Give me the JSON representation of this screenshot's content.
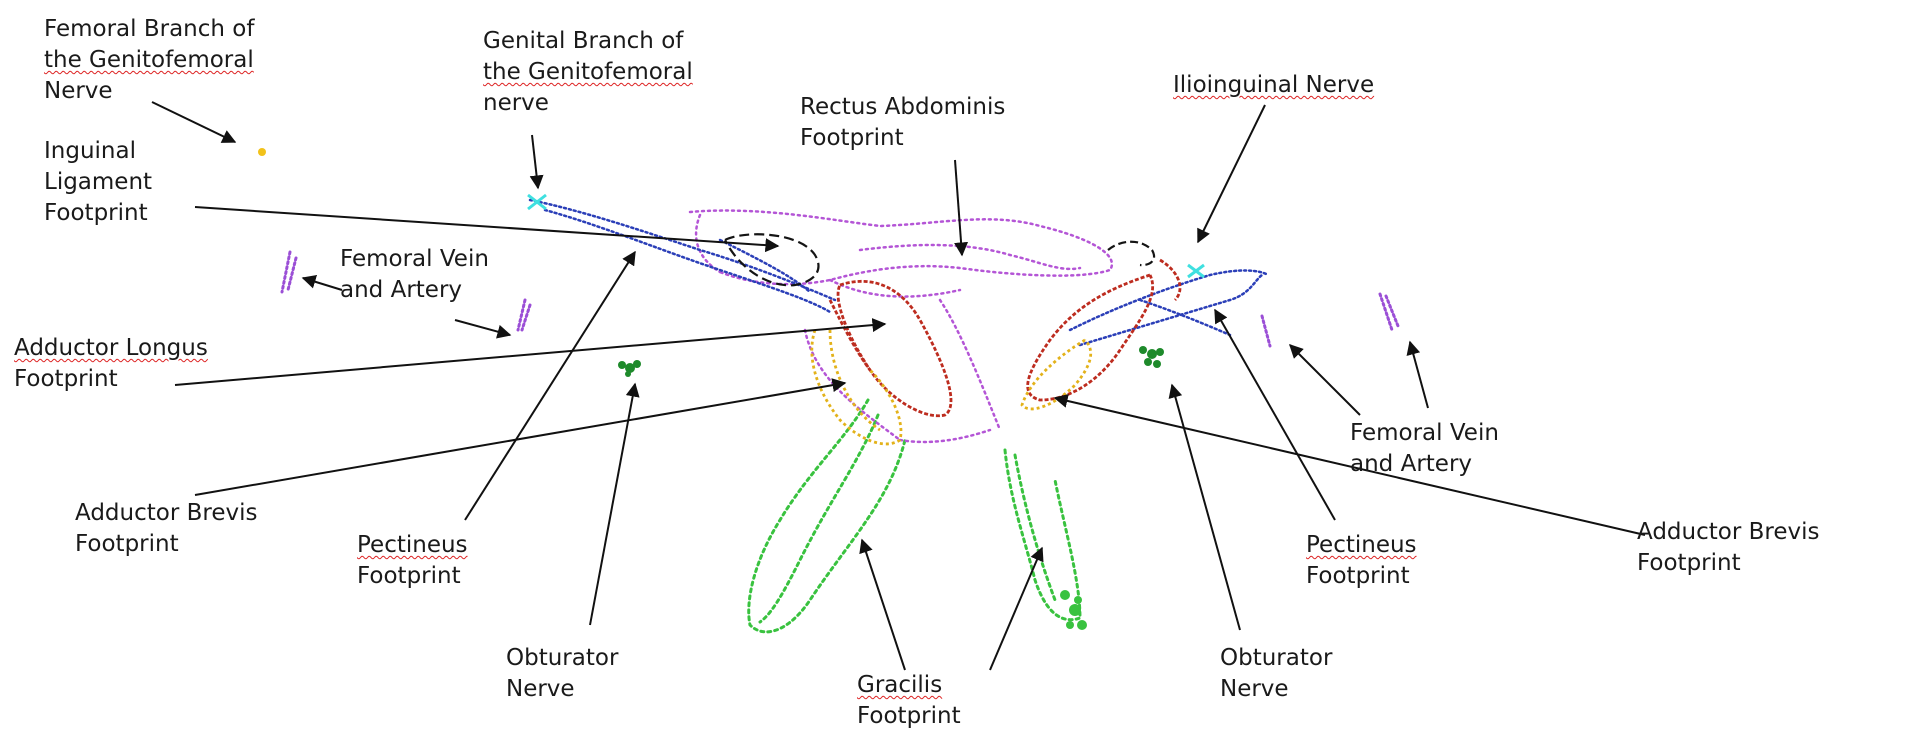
{
  "colors": {
    "rectus": "#b455d6",
    "nerve_blue": "#2b3fb8",
    "adductor_longus": "#bd2c1f",
    "adductor_brevis": "#e3b21a",
    "gracilis": "#39c23f",
    "obturator": "#1e8a2b",
    "femoral_vessels": "#9b4fd6",
    "genital_branch": "#3fe0e0",
    "inguinal_ligament": "#141414",
    "femoral_branch": "#f2c21a"
  },
  "labels": {
    "femoral_branch": [
      "Femoral Branch of",
      "the Genitofemoral",
      "Nerve"
    ],
    "genital_branch": [
      "Genital Branch of",
      "the Genitofemoral",
      "nerve"
    ],
    "rectus": [
      "Rectus Abdominis",
      "Footprint"
    ],
    "ilioinguinal": [
      "Ilioinguinal Nerve"
    ],
    "inguinal": [
      "Inguinal",
      "Ligament",
      "Footprint"
    ],
    "femoral_vein_left": [
      "Femoral Vein",
      "and Artery"
    ],
    "adductor_longus": [
      "Adductor Longus",
      "Footprint"
    ],
    "adductor_brevis_left": [
      "Adductor Brevis",
      "Footprint"
    ],
    "pectineus_left": [
      "Pectineus",
      "Footprint"
    ],
    "obturator_left": [
      "Obturator",
      "Nerve"
    ],
    "gracilis": [
      "Gracilis",
      "Footprint"
    ],
    "obturator_right": [
      "Obturator",
      "Nerve"
    ],
    "pectineus_right": [
      "Pectineus",
      "Footprint"
    ],
    "femoral_vein_right": [
      "Femoral Vein",
      "and Artery"
    ],
    "adductor_brevis_right": [
      "Adductor Brevis",
      "Footprint"
    ]
  }
}
